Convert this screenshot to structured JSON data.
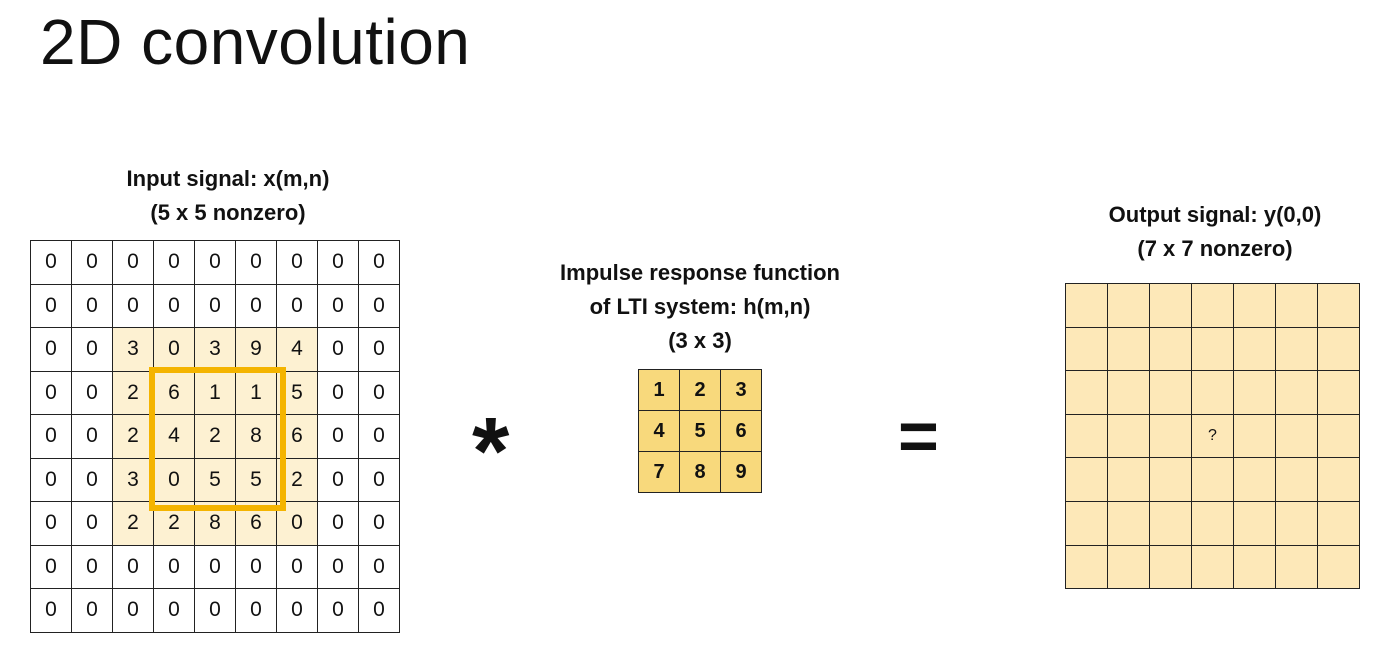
{
  "title": "2D convolution",
  "input": {
    "caption_line1": "Input signal: x(m,n)",
    "caption_line2": "(5 x 5 nonzero)",
    "rows": [
      [
        "0",
        "0",
        "0",
        "0",
        "0",
        "0",
        "0",
        "0",
        "0"
      ],
      [
        "0",
        "0",
        "0",
        "0",
        "0",
        "0",
        "0",
        "0",
        "0"
      ],
      [
        "0",
        "0",
        "3",
        "0",
        "3",
        "9",
        "4",
        "0",
        "0"
      ],
      [
        "0",
        "0",
        "2",
        "6",
        "1",
        "1",
        "5",
        "0",
        "0"
      ],
      [
        "0",
        "0",
        "2",
        "4",
        "2",
        "8",
        "6",
        "0",
        "0"
      ],
      [
        "0",
        "0",
        "3",
        "0",
        "5",
        "5",
        "2",
        "0",
        "0"
      ],
      [
        "0",
        "0",
        "2",
        "2",
        "8",
        "6",
        "0",
        "0",
        "0"
      ],
      [
        "0",
        "0",
        "0",
        "0",
        "0",
        "0",
        "0",
        "0",
        "0"
      ],
      [
        "0",
        "0",
        "0",
        "0",
        "0",
        "0",
        "0",
        "0",
        "0"
      ]
    ]
  },
  "operators": {
    "convolution": "*",
    "equals": "="
  },
  "impulse": {
    "caption_line1": "Impulse response function",
    "caption_line2": "of LTI system: h(m,n)",
    "caption_line3": "(3 x 3)",
    "rows": [
      [
        "1",
        "2",
        "3"
      ],
      [
        "4",
        "5",
        "6"
      ],
      [
        "7",
        "8",
        "9"
      ]
    ]
  },
  "output": {
    "caption_line1": "Output signal: y(0,0)",
    "caption_line2": "(7 x 7 nonzero)",
    "rows": [
      [
        "",
        "",
        "",
        "",
        "",
        "",
        ""
      ],
      [
        "",
        "",
        "",
        "",
        "",
        "",
        ""
      ],
      [
        "",
        "",
        "",
        "",
        "",
        "",
        ""
      ],
      [
        "",
        "",
        "",
        "?",
        "",
        "",
        ""
      ],
      [
        "",
        "",
        "",
        "",
        "",
        "",
        ""
      ],
      [
        "",
        "",
        "",
        "",
        "",
        "",
        ""
      ],
      [
        "",
        "",
        "",
        "",
        "",
        "",
        ""
      ]
    ]
  },
  "colors": {
    "input_nonzero_fill": "#fdf1d2",
    "window_highlight": "#f4b400",
    "kernel_fill": "#f8d97c",
    "output_fill": "#fde8b8"
  }
}
